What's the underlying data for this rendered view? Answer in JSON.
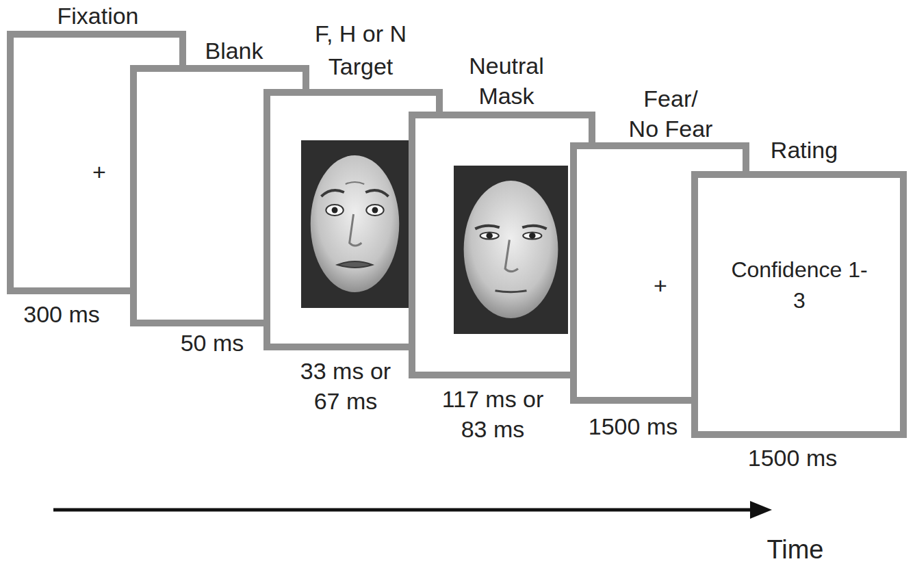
{
  "diagram": {
    "nodes": [
      {
        "text": [
          "Fixation",
          "+",
          "300 ms"
        ]
      },
      {
        "text": [
          "Blank",
          "50 ms"
        ]
      },
      {
        "text": [
          "F, H or N Target",
          "33 ms or 67 ms"
        ]
      },
      {
        "text": [
          "Neutral Mask",
          "117 ms or 83 ms"
        ]
      },
      {
        "text": [
          "Fear/ No Fear",
          "+",
          "1500 ms"
        ]
      },
      {
        "text": [
          "Rating",
          "Confidence 1-3",
          "1500 ms"
        ]
      }
    ],
    "labels": [
      "Time"
    ]
  }
}
